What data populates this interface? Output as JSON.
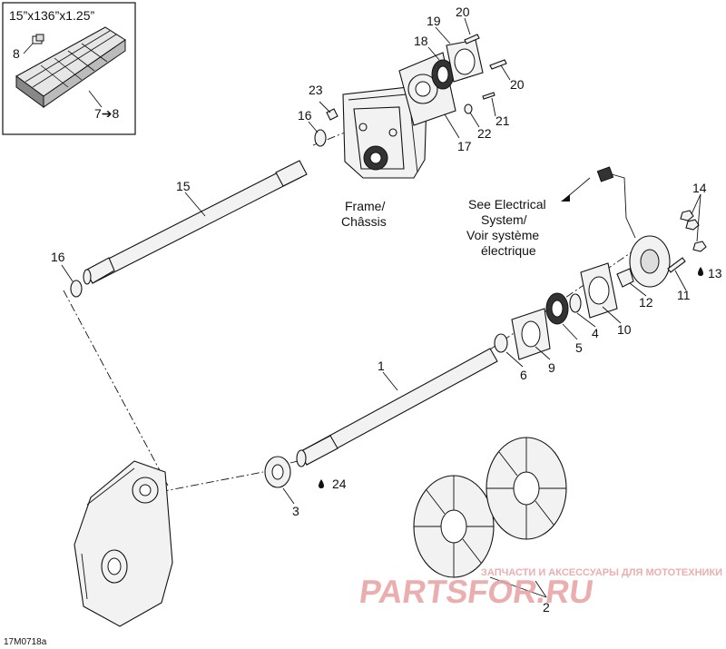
{
  "inset": {
    "title": "15”x136”x1.25”",
    "callout_a": "8",
    "callout_b": "7➔8"
  },
  "frame_label": {
    "line1": "Frame/",
    "line2": "Châssis"
  },
  "electrical_label": {
    "line1": "See Electrical",
    "line2": "System/",
    "line3": "Voir système",
    "line4": "électrique"
  },
  "callouts": {
    "c1": "1",
    "c2": "2",
    "c3": "3",
    "c4": "4",
    "c5": "5",
    "c6": "6",
    "c9": "9",
    "c10": "10",
    "c11": "11",
    "c12": "12",
    "c13": "13",
    "c14": "14",
    "c15": "15",
    "c16a": "16",
    "c16b": "16",
    "c17": "17",
    "c18": "18",
    "c19": "19",
    "c20a": "20",
    "c20b": "20",
    "c21": "21",
    "c22": "22",
    "c23": "23",
    "c24": "24"
  },
  "lubricant_icon": "oil-drop-icon",
  "drawing_code": "17M0718a",
  "watermark": {
    "top": "ЗАПЧАСТИ И АКСЕССУАРЫ ДЛЯ МОТОТЕХНИКИ",
    "brand": "PARTSFOR.RU",
    "color": "#e8a0a0"
  }
}
